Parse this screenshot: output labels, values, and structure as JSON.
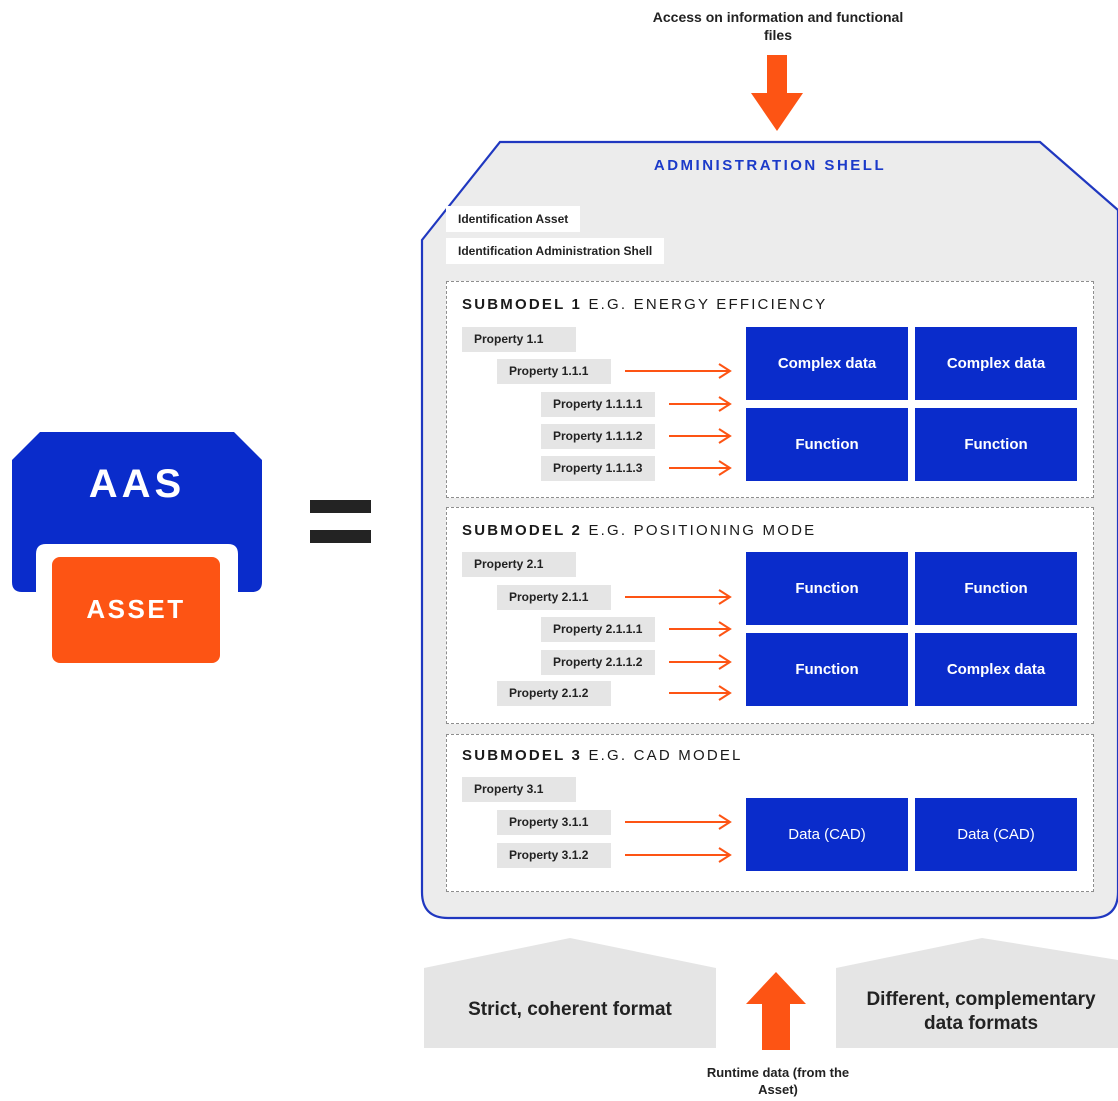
{
  "top_caption": "Access on information and functional files",
  "shell_title": "ADMINISTRATION SHELL",
  "identifications": [
    "Identification Asset",
    "Identification Administration Shell"
  ],
  "logo": {
    "aas": "AAS",
    "asset": "ASSET"
  },
  "submodels": [
    {
      "bold": "SUBMODEL 1",
      "rest": " E.G. ENERGY EFFICIENCY",
      "properties": [
        "Property 1.1",
        "Property 1.1.1",
        "Property 1.1.1.1",
        "Property 1.1.1.2",
        "Property 1.1.1.3"
      ],
      "boxes": [
        "Complex data",
        "Complex data",
        "Function",
        "Function"
      ]
    },
    {
      "bold": "SUBMODEL 2",
      "rest": " E.G. POSITIONING MODE",
      "properties": [
        "Property 2.1",
        "Property 2.1.1",
        "Property 2.1.1.1",
        "Property 2.1.1.2",
        "Property 2.1.2"
      ],
      "boxes": [
        "Function",
        "Function",
        "Function",
        "Complex data"
      ]
    },
    {
      "bold": "SUBMODEL 3",
      "rest": " E.G. CAD MODEL",
      "properties": [
        "Property 3.1",
        "Property 3.1.1",
        "Property 3.1.2"
      ],
      "boxes": [
        "Data (CAD)",
        "Data (CAD)"
      ]
    }
  ],
  "bottom_left": "Strict, coherent format",
  "bottom_right": "Different, complementary data formats",
  "bottom_caption": "Runtime data (from the Asset)",
  "colors": {
    "blue": "#0a2ccb",
    "orange": "#fd5414",
    "shell_bg": "#ececec",
    "shell_border": "#2038c0",
    "gray": "#e5e5e5"
  }
}
